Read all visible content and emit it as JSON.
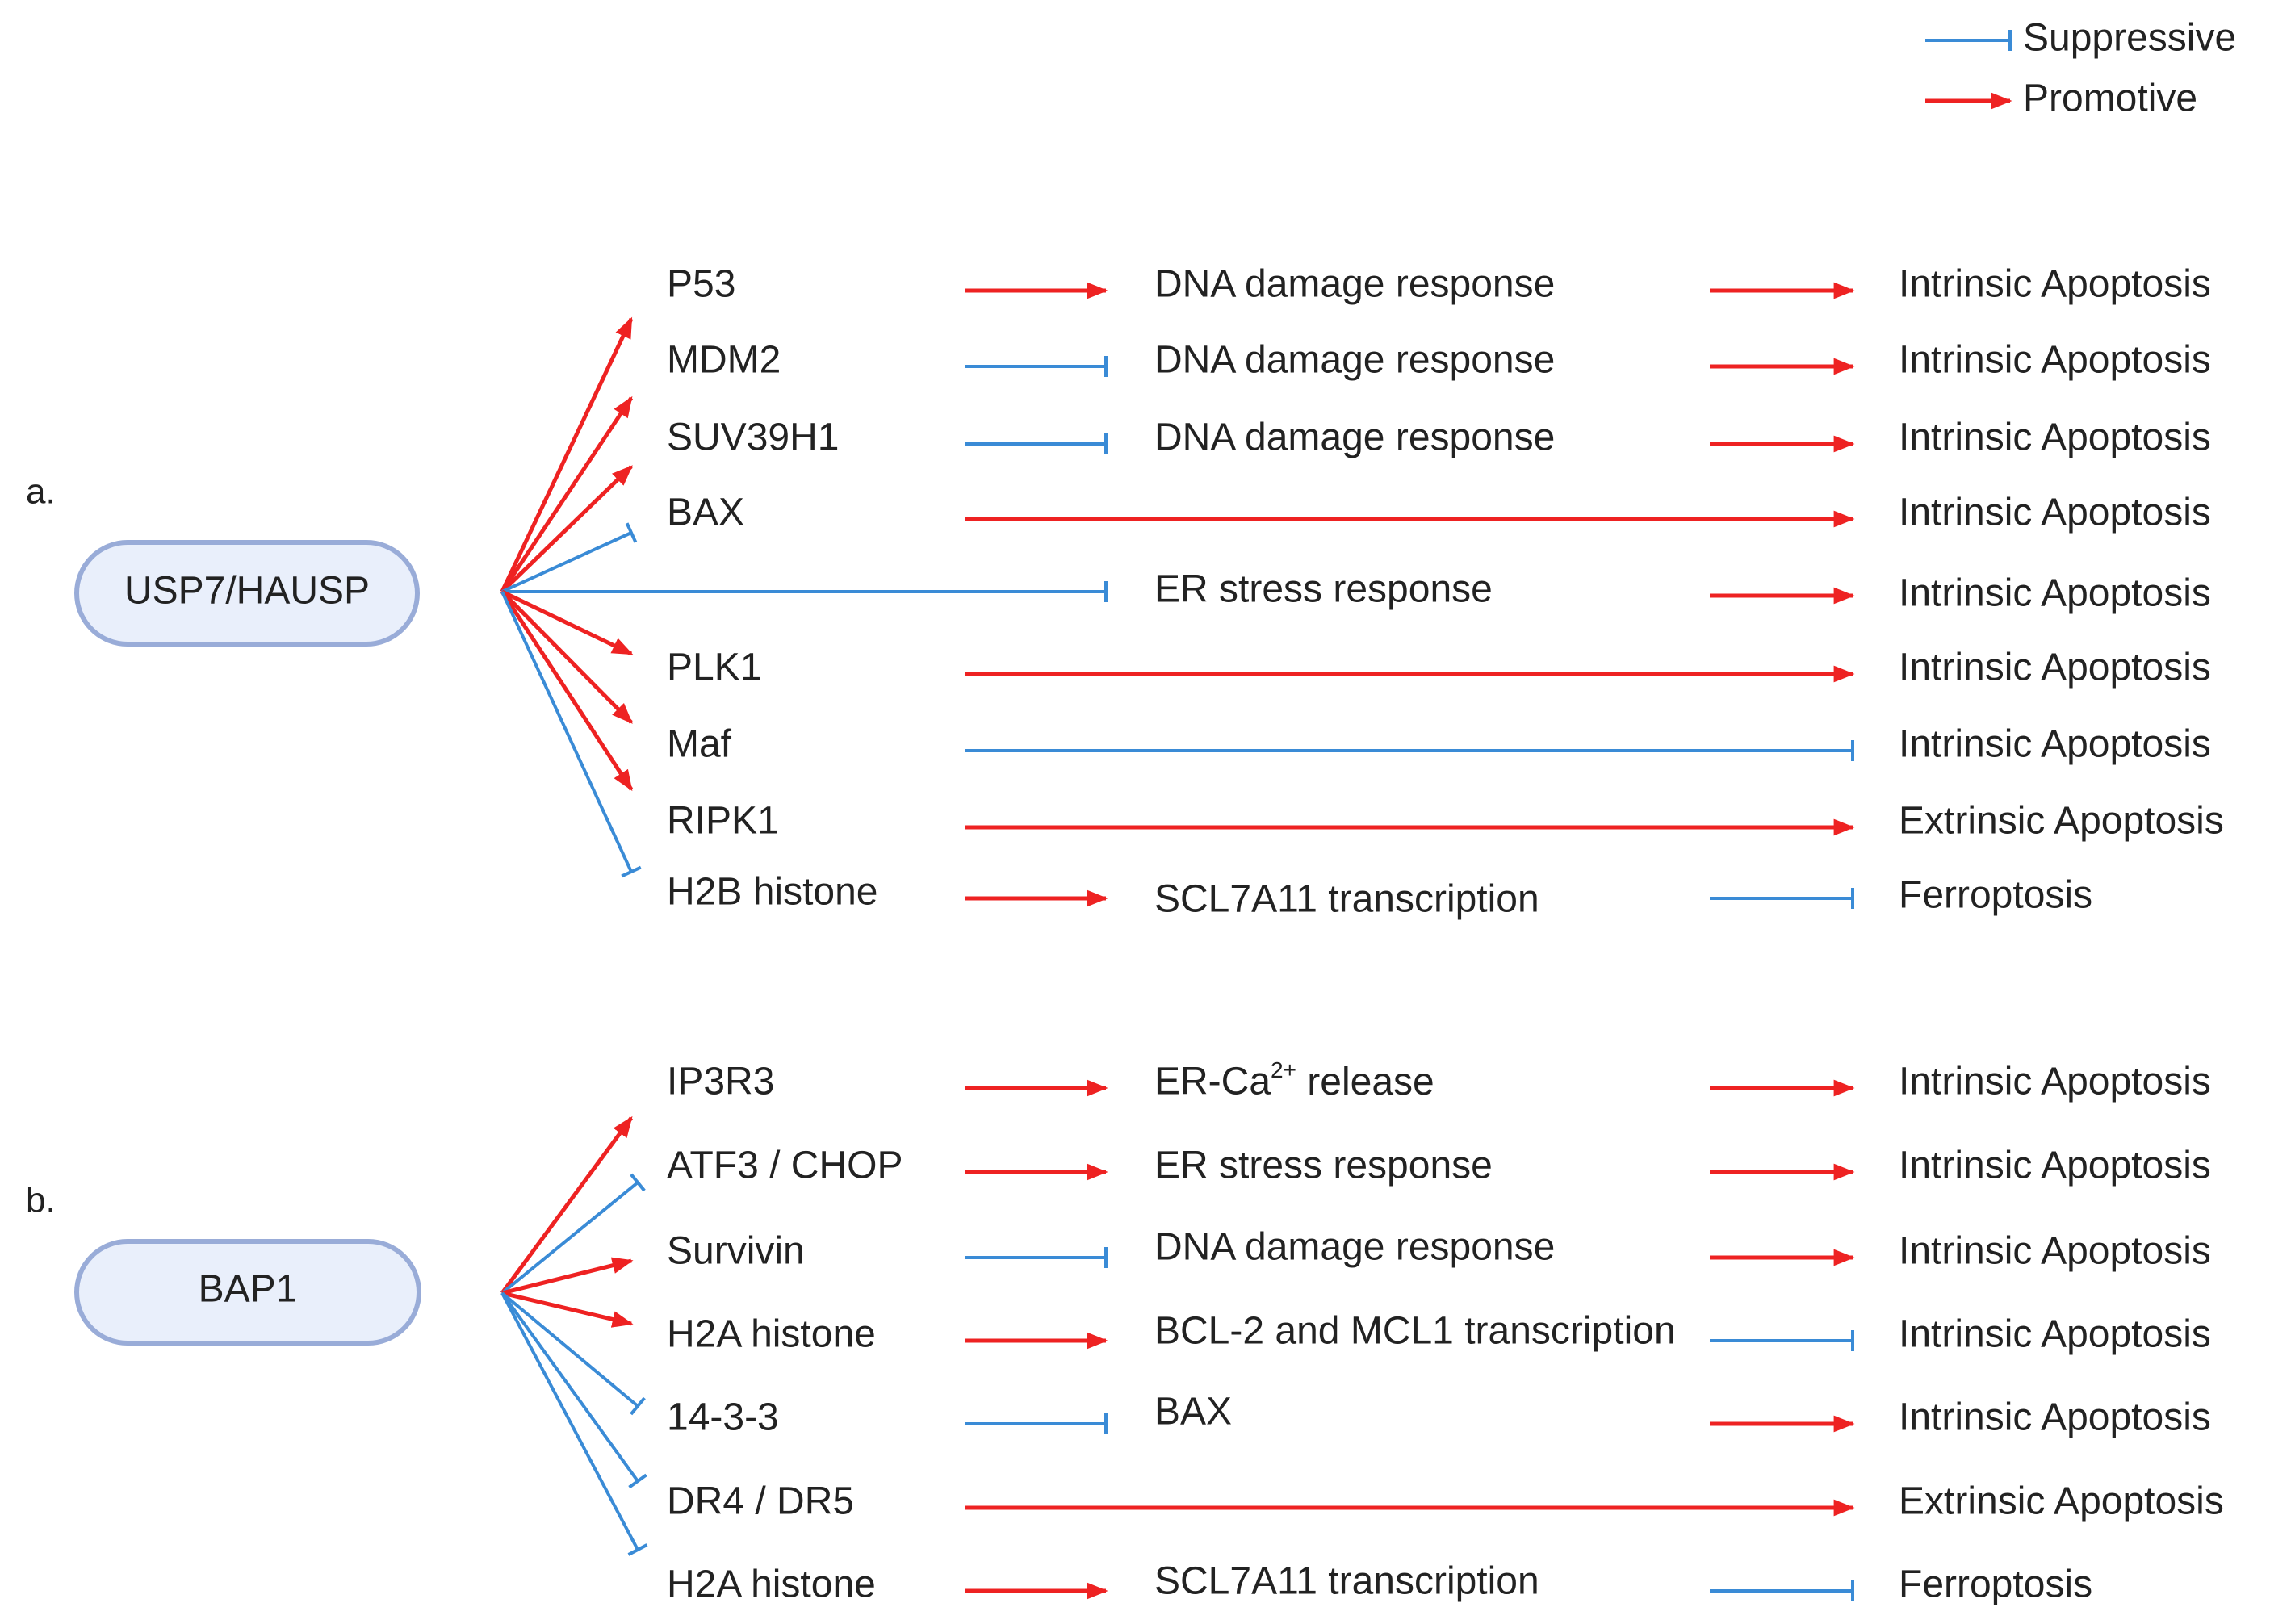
{
  "colors": {
    "promotive": "#ee2222",
    "suppressive": "#3a8bd6",
    "hub_fill": "#e9effb",
    "hub_stroke": "#99acd8",
    "text": "#222222"
  },
  "legend": {
    "suppressive": "Suppressive",
    "promotive": "Promotive"
  },
  "panels": [
    {
      "label": "a.",
      "hub": "USP7/HAUSP",
      "rows": [
        {
          "target": "P53",
          "hub_effect": "promotive",
          "link1": "promotive",
          "mid": "DNA damage response",
          "link2": "promotive",
          "outcome": "Intrinsic Apoptosis"
        },
        {
          "target": "MDM2",
          "hub_effect": "promotive",
          "link1": "suppressive",
          "mid": "DNA damage response",
          "link2": "promotive",
          "outcome": "Intrinsic Apoptosis"
        },
        {
          "target": "SUV39H1",
          "hub_effect": "promotive",
          "link1": "suppressive",
          "mid": "DNA damage response",
          "link2": "promotive",
          "outcome": "Intrinsic Apoptosis"
        },
        {
          "target": "BAX",
          "hub_effect": "suppressive",
          "link1": "promotive",
          "mid": "",
          "link2": "",
          "outcome": "Intrinsic Apoptosis"
        },
        {
          "target": "",
          "hub_effect": "",
          "link1": "suppressive",
          "mid": "ER stress response",
          "link2": "promotive",
          "outcome": "Intrinsic Apoptosis"
        },
        {
          "target": "PLK1",
          "hub_effect": "promotive",
          "link1": "promotive",
          "mid": "",
          "link2": "",
          "outcome": "Intrinsic Apoptosis"
        },
        {
          "target": "Maf",
          "hub_effect": "promotive",
          "link1": "suppressive",
          "mid": "",
          "link2": "",
          "outcome": "Intrinsic Apoptosis"
        },
        {
          "target": "RIPK1",
          "hub_effect": "promotive",
          "link1": "promotive",
          "mid": "",
          "link2": "",
          "outcome": "Extrinsic Apoptosis"
        },
        {
          "target": "H2B histone",
          "hub_effect": "suppressive",
          "link1": "promotive",
          "mid": "SCL7A11 transcription",
          "link2": "suppressive",
          "outcome": "Ferroptosis"
        }
      ]
    },
    {
      "label": "b.",
      "hub": "BAP1",
      "rows": [
        {
          "target": "IP3R3",
          "hub_effect": "promotive",
          "link1": "promotive",
          "mid": "ER-Ca",
          "mid_sup": "2+",
          "mid_after": " release",
          "link2": "promotive",
          "outcome": "Intrinsic Apoptosis"
        },
        {
          "target": "ATF3 / CHOP",
          "hub_effect": "suppressive",
          "link1": "promotive",
          "mid": "ER stress response",
          "link2": "promotive",
          "outcome": "Intrinsic Apoptosis"
        },
        {
          "target": "Survivin",
          "hub_effect": "promotive",
          "link1": "suppressive",
          "mid": "DNA damage response",
          "link2": "promotive",
          "outcome": "Intrinsic Apoptosis"
        },
        {
          "target": "H2A histone",
          "hub_effect": "promotive",
          "link1": "promotive",
          "mid": "BCL-2 and MCL1 transcription",
          "link2": "suppressive",
          "outcome": "Intrinsic Apoptosis"
        },
        {
          "target": "14-3-3",
          "hub_effect": "suppressive",
          "link1": "suppressive",
          "mid": "BAX",
          "link2": "promotive",
          "outcome": "Intrinsic Apoptosis"
        },
        {
          "target": "DR4 / DR5",
          "hub_effect": "suppressive",
          "link1": "promotive",
          "mid": "",
          "link2": "",
          "outcome": "Extrinsic Apoptosis"
        },
        {
          "target": "H2A histone",
          "hub_effect": "suppressive",
          "link1": "promotive",
          "mid": "SCL7A11 transcription",
          "link2": "suppressive",
          "outcome": "Ferroptosis"
        }
      ]
    }
  ]
}
